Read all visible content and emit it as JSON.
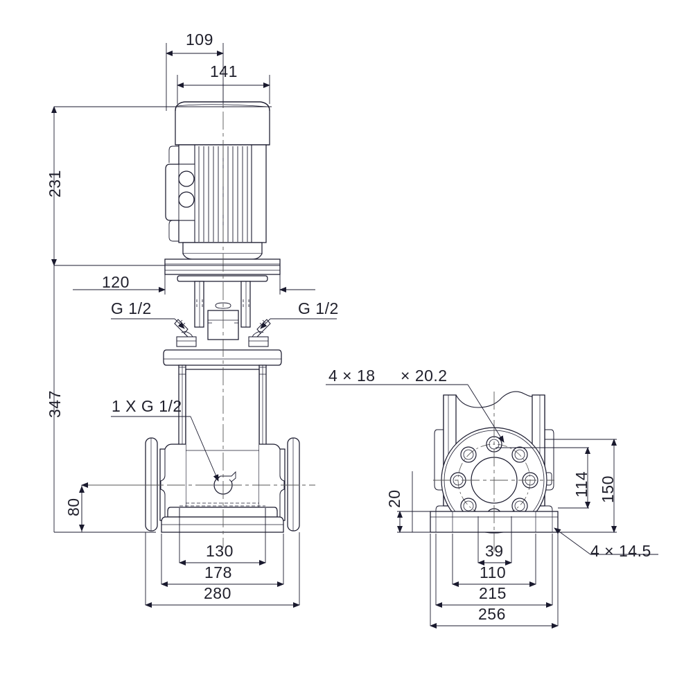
{
  "drawing": {
    "type": "engineering-dimensional-drawing",
    "subject": "vertical multistage centrifugal pump",
    "views": [
      "front-elevation",
      "side-elevation-bottom"
    ],
    "units": "mm",
    "background": "#ffffff",
    "line_color": "#1a1a2e",
    "text_color": "#20202c"
  },
  "front_view": {
    "dimensions": {
      "motor_top_width": "109",
      "motor_body_width": "141",
      "motor_height": "231",
      "pump_height": "347",
      "lantern_width": "120",
      "base_inner_width": "130",
      "base_bolt_width": "178",
      "overall_width": "280",
      "port_centre_height": "80"
    },
    "labels": {
      "vent_left": "G 1/2",
      "vent_right": "G 1/2",
      "drain": "1 X G 1/2"
    }
  },
  "side_view": {
    "dimensions": {
      "flange_bolt_hole": "4 × 18",
      "flange_bolt_hole_b": "× 20.2",
      "base_hole": "4  ×  14.5",
      "flange_centre_height": "114",
      "flange_top_height": "150",
      "base_thickness": "20",
      "base_slot_width": "39",
      "base_hole_pitch": "110",
      "base_foot_width": "215",
      "base_overall_width": "256"
    }
  },
  "flange": {
    "bolt_hole_count": 8,
    "centre_bore": "present"
  }
}
